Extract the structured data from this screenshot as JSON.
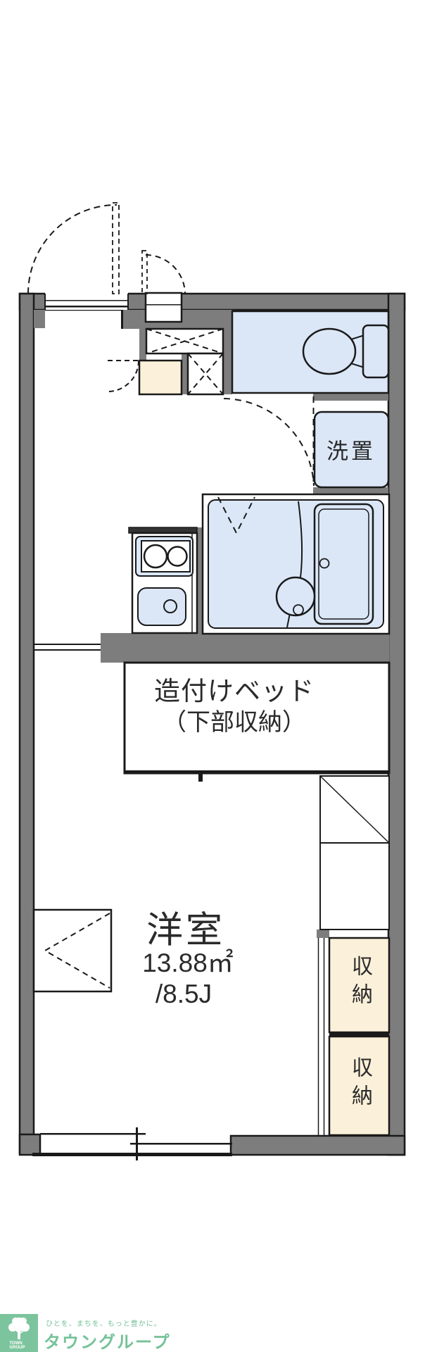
{
  "floorplan": {
    "laundry_label": "洗置",
    "bed_label_line1": "造付けベッド",
    "bed_label_line2": "（下部収納）",
    "room_label": "洋室",
    "room_area": "13.88㎡",
    "room_tatami": "/8.5J",
    "closet_top_label": "収納",
    "closet_bottom_label": "収納",
    "colors": {
      "wall_gray": "#7d7d7d",
      "fixture_blue": "#dbe7f7",
      "closet_cream": "#fbf0d9",
      "line_black": "#1a1a1a"
    }
  },
  "footer": {
    "slogan": "ひとを、まちを、もっと豊かに。",
    "brand": "タウングループ",
    "badge": "TOWN GROUP",
    "brand_green": "#74c298"
  }
}
